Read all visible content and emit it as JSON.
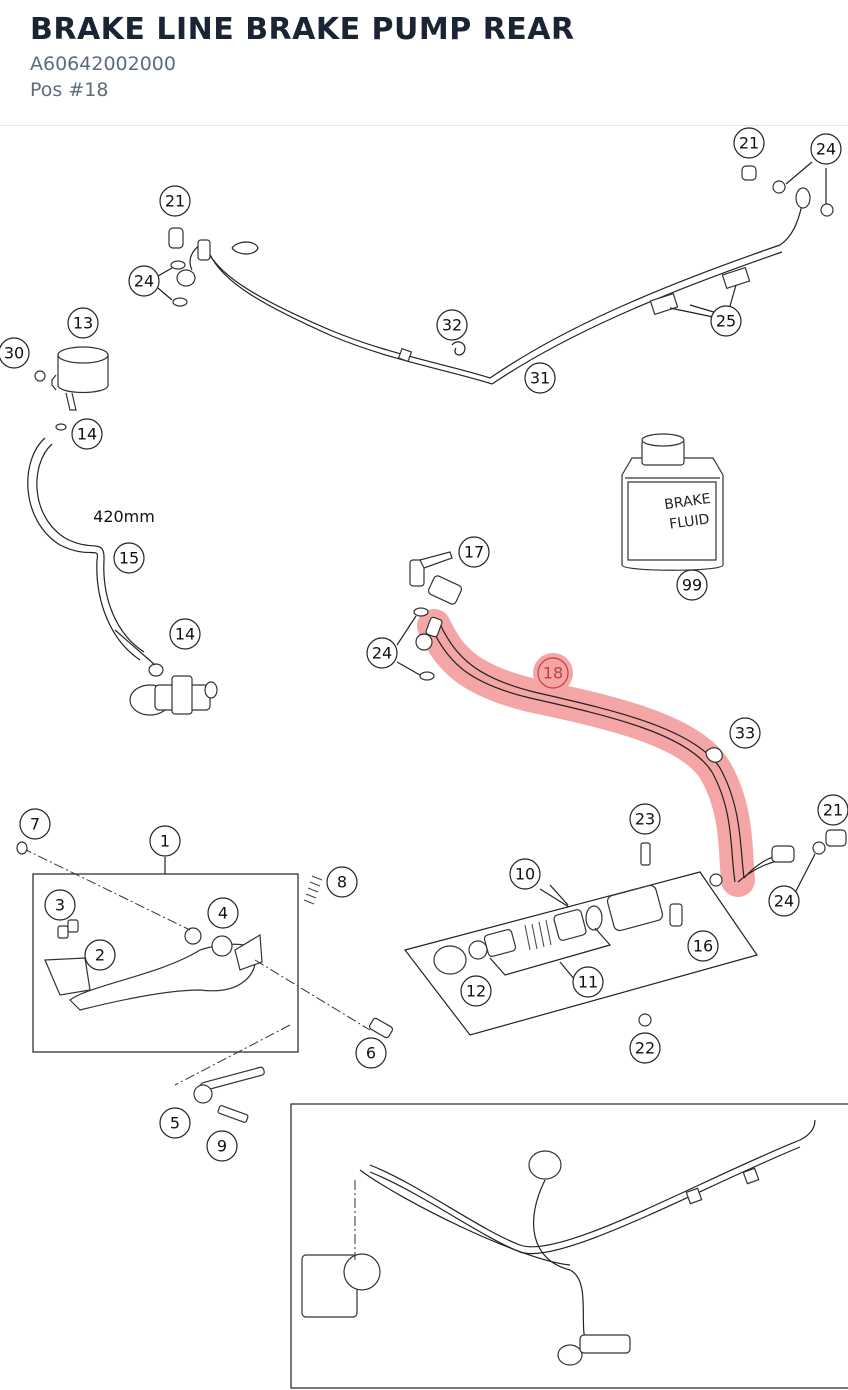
{
  "header": {
    "title": "BRAKE LINE BRAKE PUMP REAR",
    "part_number": "A60642002000",
    "position": "Pos #18"
  },
  "diagram": {
    "highlight_color": "#f4a5a5",
    "callouts": [
      {
        "id": "c1",
        "label": "1"
      },
      {
        "id": "c2",
        "label": "2"
      },
      {
        "id": "c3",
        "label": "3"
      },
      {
        "id": "c4",
        "label": "4"
      },
      {
        "id": "c5",
        "label": "5"
      },
      {
        "id": "c6",
        "label": "6"
      },
      {
        "id": "c7",
        "label": "7"
      },
      {
        "id": "c8",
        "label": "8"
      },
      {
        "id": "c9",
        "label": "9"
      },
      {
        "id": "c10",
        "label": "10"
      },
      {
        "id": "c11",
        "label": "11"
      },
      {
        "id": "c12",
        "label": "12"
      },
      {
        "id": "c13",
        "label": "13"
      },
      {
        "id": "c14a",
        "label": "14"
      },
      {
        "id": "c14b",
        "label": "14"
      },
      {
        "id": "c15",
        "label": "15"
      },
      {
        "id": "c16",
        "label": "16"
      },
      {
        "id": "c17",
        "label": "17"
      },
      {
        "id": "c18",
        "label": "18"
      },
      {
        "id": "c21a",
        "label": "21"
      },
      {
        "id": "c21b",
        "label": "21"
      },
      {
        "id": "c21c",
        "label": "21"
      },
      {
        "id": "c22",
        "label": "22"
      },
      {
        "id": "c23",
        "label": "23"
      },
      {
        "id": "c24a",
        "label": "24"
      },
      {
        "id": "c24b",
        "label": "24"
      },
      {
        "id": "c24c",
        "label": "24"
      },
      {
        "id": "c24d",
        "label": "24"
      },
      {
        "id": "c25",
        "label": "25"
      },
      {
        "id": "c30",
        "label": "30"
      },
      {
        "id": "c31",
        "label": "31"
      },
      {
        "id": "c32",
        "label": "32"
      },
      {
        "id": "c33",
        "label": "33"
      },
      {
        "id": "c99",
        "label": "99"
      }
    ],
    "hose_length": "420mm",
    "can_label_line1": "BRAKE",
    "can_label_line2": "FLUID"
  }
}
